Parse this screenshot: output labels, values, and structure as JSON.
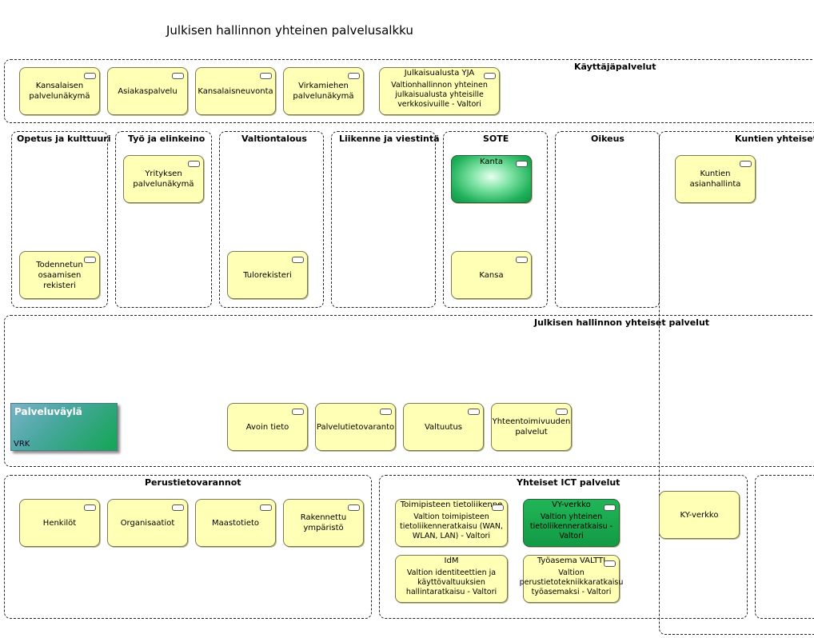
{
  "title": "Julkisen hallinnon yhteinen palvelusalkku",
  "groups": {
    "kayttaja": "Käyttäjäpalvelut",
    "opetus": "Opetus ja kulttuuri",
    "tyo": "Työ ja elinkeino",
    "valtiontalous": "Valtiontalous",
    "liikenne": "Liikenne ja viestintä",
    "sote": "SOTE",
    "oikeus": "Oikeus",
    "kuntien": "Kuntien yhteiset",
    "jhyp": "Julkisen hallinnon yhteiset palvelut",
    "perustieto": "Perustietovarannot",
    "ict": "Yhteiset ICT palvelut"
  },
  "nodes": {
    "kansalaisen": "Kansalaisen palvelunäkymä",
    "asiakaspalvelu": "Asiakaspalvelu",
    "kansalaisneuvonta": "Kansalaisneuvonta",
    "virkamiehen": "Virkamiehen palvelunäkymä",
    "yja_title": "Julkaisualusta YJA",
    "yja_desc": "Valtionhallinnon yhteinen julkaisualusta yhteisille verkkosivuille - Valtori",
    "todennetun": "Todennetun osaamisen rekisteri",
    "yrityksen": "Yrityksen palvelunäkymä",
    "tulorekisteri": "Tulorekisteri",
    "kanta": "Kanta",
    "kansa": "Kansa",
    "kuntien_asianhallinta": "Kuntien asianhallinta",
    "avoin_tieto": "Avoin tieto",
    "palvelutietovaranto": "Palvelutietovaranto",
    "valtuutus": "Valtuutus",
    "yhteentoimivuus": "Yhteentoimivuuden palvelut",
    "henkilot": "Henkilöt",
    "organisaatiot": "Organisaatiot",
    "maastotieto": "Maastotieto",
    "rakennettu": "Rakennettu ympäristö",
    "tp_title": "Toimipisteen tietoliikenne",
    "tp_desc": "Valtion toimipisteen tietoliikenneratkaisu (WAN, WLAN, LAN) - Valtori",
    "vy_title": "VY-verkko",
    "vy_desc": "Valtion yhteinen tietoliikenneratkaisu - Valtori",
    "idm_title": "IdM",
    "idm_desc": "Valtion identiteettien ja käyttövaltuuksien hallintaratkaisu - Valtori",
    "valtti_title": "Työasema VALTTI",
    "valtti_desc": "Valtion perustietotekniikkaratkaisu työasemaksi - Valtori",
    "ky_verkko": "KY-verkko"
  },
  "bus": {
    "name": "Palveluväylä",
    "owner": "VRK"
  },
  "colors": {
    "node_fill": "#ffffb5",
    "green": "#16a34a",
    "bus_start": "#7ab3c8"
  }
}
